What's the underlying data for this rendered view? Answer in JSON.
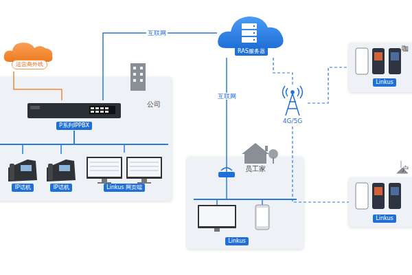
{
  "diagram": {
    "nodes": [
      {
        "text": [
          "公司"
        ]
      },
      {
        "text": [
          "运营商外线"
        ]
      },
      {
        "text": [
          "P系列IPPBX"
        ],
        "in": 0
      },
      {
        "text": [
          "IP话机"
        ],
        "in": 0
      },
      {
        "text": [
          "IP话机"
        ],
        "in": 0
      },
      {
        "text": [
          "Linkus 网页端"
        ],
        "in": 0
      },
      {
        "text": [
          "RAS服务器"
        ]
      },
      {
        "text": [
          "员工家"
        ]
      },
      {
        "text": [
          "Linkus"
        ],
        "in": 7
      },
      {
        "text": [
          "4G/5G"
        ]
      },
      {
        "text": [
          "咖"
        ]
      },
      {
        "text": [
          "Linkus"
        ],
        "in": 10
      },
      {
        "text": [
          "户"
        ]
      },
      {
        "text": [
          "Linkus"
        ],
        "in": 12
      }
    ],
    "edges": [
      {
        "from": 1,
        "to": 2,
        "arrow": "none"
      },
      {
        "from": 2,
        "to": 6,
        "label": "互联网",
        "arrow": "none"
      },
      {
        "from": 6,
        "to": 7,
        "label": "互联网",
        "arrow": "none"
      },
      {
        "from": 2,
        "to": 3,
        "arrow": "none"
      },
      {
        "from": 2,
        "to": 4,
        "arrow": "none"
      },
      {
        "from": 2,
        "to": 5,
        "arrow": "none"
      },
      {
        "from": 6,
        "to": 9,
        "arrow": "none"
      },
      {
        "from": 9,
        "to": 10,
        "arrow": "none"
      },
      {
        "from": 9,
        "to": 12,
        "arrow": "none"
      }
    ]
  }
}
